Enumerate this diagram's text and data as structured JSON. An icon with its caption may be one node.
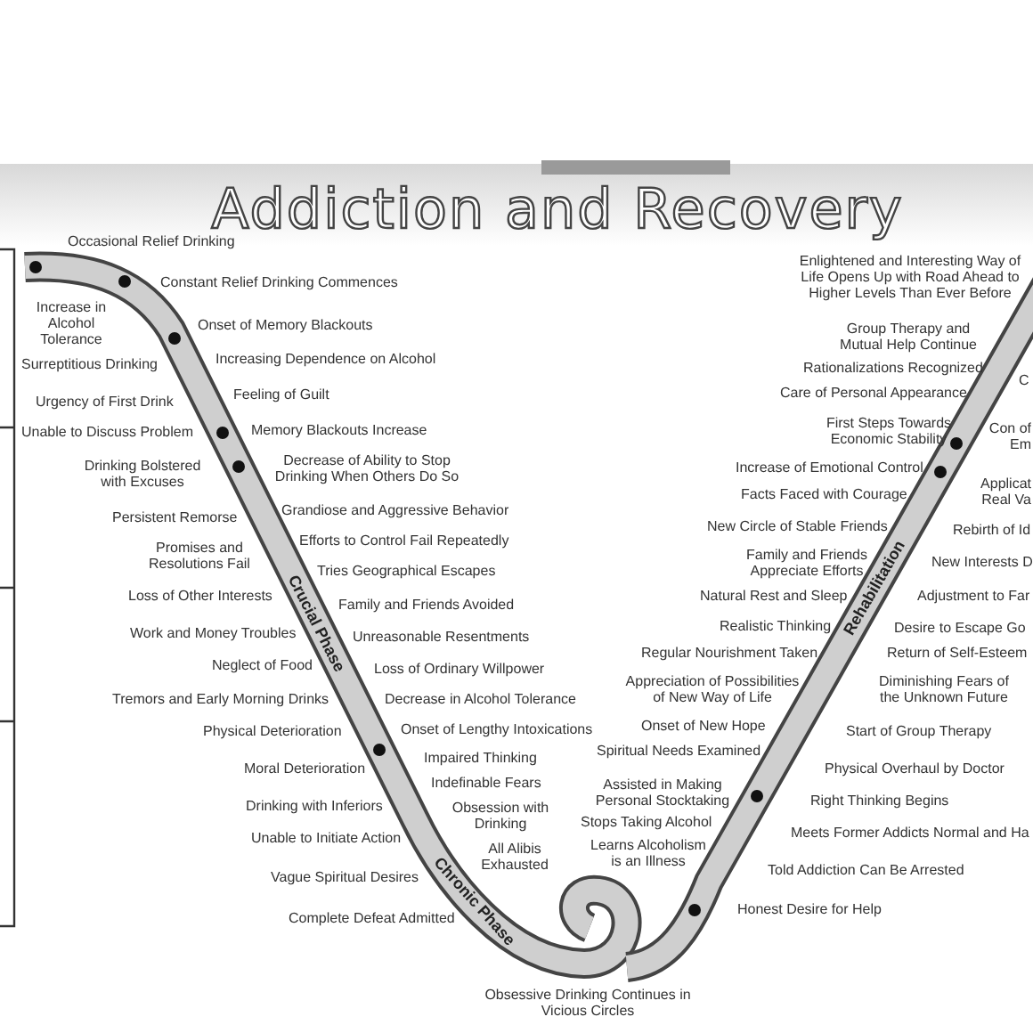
{
  "diagram": {
    "title": "Addiction and Recovery",
    "labels": [
      "Occasional Relief Drinking",
      "Constant Relief Drinking Commences",
      "Increase in Alcohol Tolerance",
      "Onset of Memory Blackouts",
      "Surreptitious Drinking",
      "Increasing Dependence on Alcohol",
      "Urgency of First Drink",
      "Feeling of Guilt",
      "Unable to Discuss Problem",
      "Memory Blackouts Increase",
      "Drinking Bolstered with Excuses",
      "Decrease of Ability to Stop Drinking When Others Do So",
      "Persistent Remorse",
      "Grandiose and Aggressive Behavior",
      "Promises and Resolutions Fail",
      "Efforts to Control Fail Repeatedly",
      "Tries Geographical Escapes",
      "Loss of Other Interests",
      "Family and Friends Avoided",
      "Work and Money Troubles",
      "Unreasonable Resentments",
      "Neglect of Food",
      "Loss of Ordinary Willpower",
      "Tremors and Early Morning Drinks",
      "Decrease in Alcohol Tolerance",
      "Physical Deterioration",
      "Onset of Lengthy Intoxications",
      "Moral Deterioration",
      "Impaired Thinking",
      "Indefinable Fears",
      "Drinking with Inferiors",
      "Obsession with Drinking",
      "Unable to Initiate Action",
      "All Alibis Exhausted",
      "Vague Spiritual Desires",
      "Complete Defeat Admitted",
      "Obsessive Drinking Continues in Vicious Circles",
      "Enlightened and Interesting Way of Life Opens Up with Road Ahead to Higher Levels Than Ever Before",
      "Group Therapy and Mutual Help Continue",
      "Rationalizations Recognized",
      "Care of Personal Appearance",
      "First Steps Towards Economic Stability",
      "Increase of Emotional Control",
      "Facts Faced with Courage",
      "New Circle of Stable Friends",
      "Family and Friends Appreciate Efforts",
      "Natural Rest and Sleep",
      "Realistic Thinking",
      "Regular Nourishment Taken",
      "Appreciation of Possibilities of New Way of Life",
      "Onset of New Hope",
      "Spiritual Needs Examined",
      "Assisted in Making Personal Stocktaking",
      "Stops Taking Alcohol",
      "Learns Alcoholism is an Illness",
      "C",
      "Con of Em",
      "Applicat Real Va",
      "Rebirth of Id",
      "New Interests D",
      "Adjustment to Far",
      "Desire to Escape Go",
      "Return of Self-Esteem",
      "Diminishing Fears of the Unknown Future",
      "Start of Group Therapy",
      "Physical Overhaul by Doctor",
      "Right Thinking Begins",
      "Meets Former Addicts Normal and Ha",
      "Told Addiction Can Be Arrested",
      "Honest Desire for Help",
      "Crucial Phase",
      "Chronic Phase",
      "Rehabilitation"
    ]
  }
}
